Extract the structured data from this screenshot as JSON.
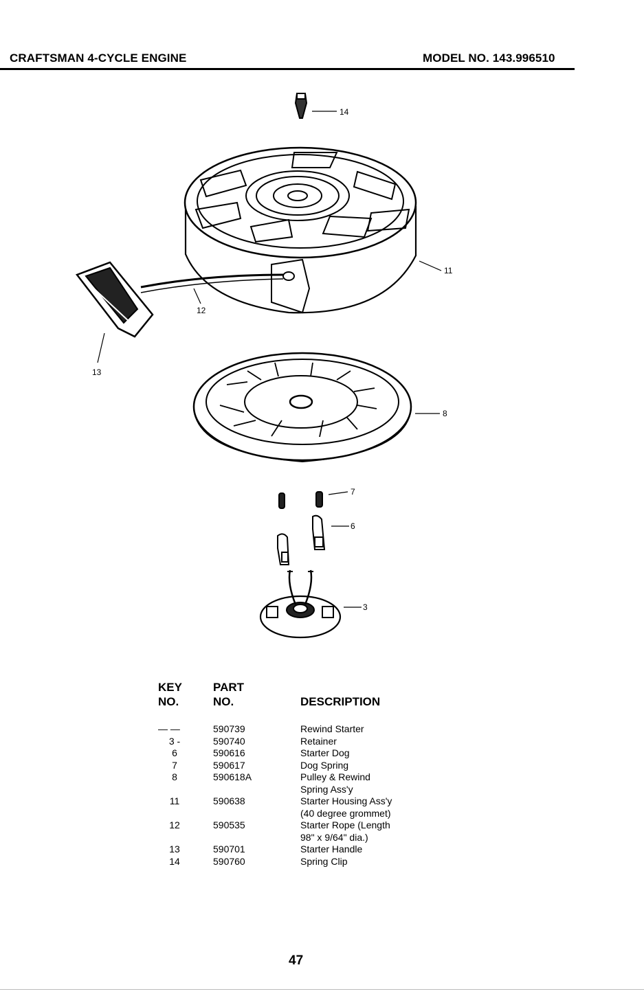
{
  "header": {
    "left_title": "CRAFTSMAN 4-CYCLE ENGINE",
    "right_title": "MODEL NO. 143.996510"
  },
  "callouts": {
    "c14": "14",
    "c11": "11",
    "c12": "12",
    "c13": "13",
    "c8": "8",
    "c7": "7",
    "c6": "6",
    "c3": "3"
  },
  "table": {
    "key_header_1": "KEY",
    "key_header_2": "NO.",
    "part_header_1": "PART",
    "part_header_2": "NO.",
    "desc_header": "DESCRIPTION",
    "rows": [
      {
        "key": "— —",
        "part": "590739",
        "desc": "Rewind Starter"
      },
      {
        "key": "3 -",
        "part": "590740",
        "desc": "Retainer"
      },
      {
        "key": "6",
        "part": "590616",
        "desc": "Starter Dog"
      },
      {
        "key": "7",
        "part": "590617",
        "desc": "Dog Spring"
      },
      {
        "key": "8",
        "part": "590618A",
        "desc": "Pulley & Rewind",
        "desc2": "Spring Ass'y"
      },
      {
        "key": "11",
        "part": "590638",
        "desc": "Starter Housing Ass'y",
        "desc2": "(40 degree grommet)"
      },
      {
        "key": "12",
        "part": "590535",
        "desc": "Starter Rope (Length",
        "desc2": "98\" x 9/64\" dia.)"
      },
      {
        "key": "13",
        "part": "590701",
        "desc": "Starter Handle"
      },
      {
        "key": "14",
        "part": "590760",
        "desc": "Spring Clip"
      }
    ]
  },
  "page_number": "47"
}
